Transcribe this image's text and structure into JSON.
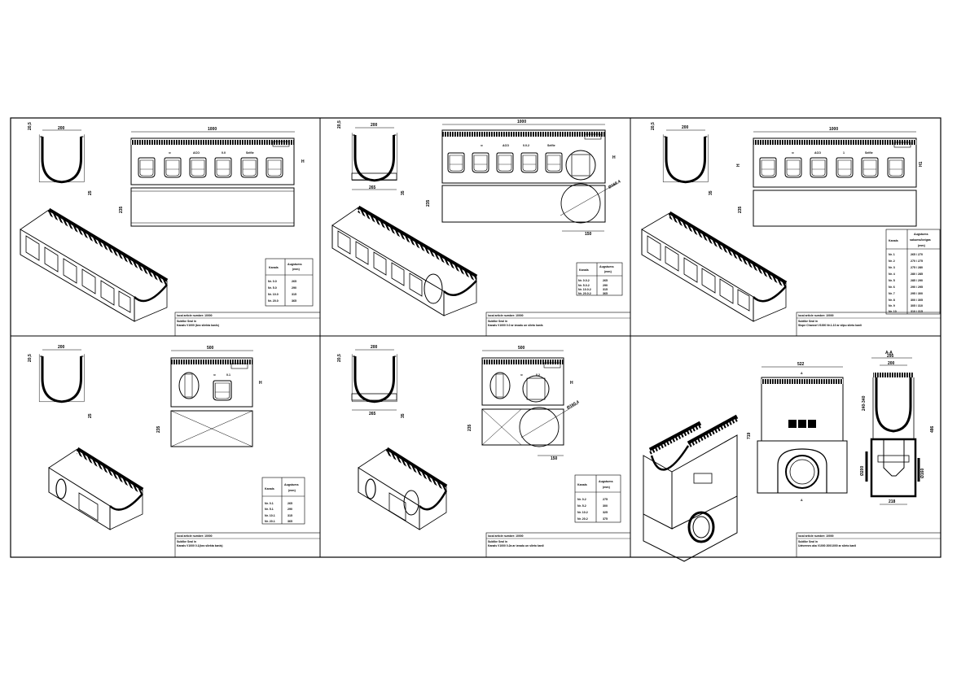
{
  "panels": [
    {
      "id": "p1",
      "dims": {
        "width": "200",
        "height_top": "20,5",
        "height_side": "25",
        "length": "1000",
        "height_front": "H",
        "depth_label": "235"
      },
      "logo": {
        "mark": "ACO",
        "size": "0.0",
        "brand": "Selfie"
      },
      "table": {
        "h1": "Kanals",
        "h2a": "Augstums",
        "h2b": "(mm)",
        "rows": [
          [
            "Nr. 0.0",
            "265"
          ],
          [
            "Nr. 5.0",
            "290"
          ],
          [
            "Nr. 10.0",
            "315"
          ],
          [
            "Nr. 20.0",
            "365"
          ]
        ]
      },
      "title": {
        "l1": "local article number: 10000",
        "l2": "Sublike Seal in",
        "l3": "Kanals V1000 (bez sliekta kanls)"
      }
    },
    {
      "id": "p2",
      "dims": {
        "width": "200",
        "height_top": "20,5",
        "height_side": "35",
        "base": "265",
        "length": "1000",
        "height_front": "H",
        "depth_label": "235",
        "pipe": "Ø160.4",
        "offset": "150"
      },
      "logo": {
        "mark": "ACO",
        "size": "0.0.2",
        "brand": "Selfie"
      },
      "table": {
        "h1": "Kanals",
        "h2a": "Augstums",
        "h2b": "(mm)",
        "rows": [
          [
            "Nr. 0.0.2",
            "265"
          ],
          [
            "Nr. 5.0.2",
            "290"
          ],
          [
            "Nr. 10.0.2",
            "315"
          ],
          [
            "Nr. 20.0.2",
            "365"
          ]
        ]
      },
      "title": {
        "l1": "local article number: 10000",
        "l2": "Sublike Seal in",
        "l3": "Kanals V1000 0.0 ar izvadu un slieto kanls"
      }
    },
    {
      "id": "p3",
      "dims": {
        "width": "200",
        "height_top": "20,5",
        "height_side": "35",
        "length": "1000",
        "height_front": "H",
        "height_right": "H1",
        "depth_label": "235"
      },
      "logo": {
        "mark": "ACO",
        "size": "1",
        "brand": "Selfie"
      },
      "table": {
        "h1": "Kanals",
        "h2a": "Augstums",
        "h2b": "sakums/beigas",
        "h2c": "(mm)",
        "rows": [
          [
            "Nr. 1",
            "265 / 270"
          ],
          [
            "Nr. 2",
            "270 / 275"
          ],
          [
            "Nr. 3",
            "275 / 280"
          ],
          [
            "Nr. 4",
            "280 / 285"
          ],
          [
            "Nr. 5",
            "285 / 290"
          ],
          [
            "Nr. 6",
            "290 / 295"
          ],
          [
            "Nr. 7",
            "295 / 300"
          ],
          [
            "Nr. 8",
            "300 / 305"
          ],
          [
            "Nr. 9",
            "305 / 310"
          ],
          [
            "Nr. 10",
            "310 / 315"
          ]
        ]
      },
      "title": {
        "l1": "local article number: 10000",
        "l2": "Sublike Seal in",
        "l3": "Slope Channel V1000 Nr.1-10 ar slipu slieto kanli"
      }
    },
    {
      "id": "p4",
      "dims": {
        "width": "200",
        "height_top": "20,5",
        "height_side": "25",
        "length": "500",
        "height_front": "H",
        "depth_label": "235"
      },
      "logo": {
        "mark": "",
        "size": "0.1",
        "brand": ""
      },
      "table": {
        "h1": "Kanals",
        "h2a": "Augstums",
        "h2b": "(mm)",
        "rows": [
          [
            "Nr. 0.1",
            "265"
          ],
          [
            "Nr. 5.1",
            "290"
          ],
          [
            "Nr. 10.1",
            "315"
          ],
          [
            "Nr. 20.1",
            "365"
          ]
        ]
      },
      "title": {
        "l1": "local article number: 10000",
        "l2": "Sublike Seal in",
        "l3": "Kanals V1000 0.1(bez sliekta kanls)"
      }
    },
    {
      "id": "p5",
      "dims": {
        "width": "200",
        "height_top": "20,5",
        "height_side": "35",
        "base": "265",
        "length": "500",
        "height_front": "H",
        "depth_label": "235",
        "pipe": "Ø160.4",
        "offset": "150"
      },
      "logo": {
        "mark": "",
        "size": "0.2",
        "brand": ""
      },
      "table": {
        "h1": "Kanals",
        "h2a": "Augstums",
        "h2b": "(mm)",
        "rows": [
          [
            "Nr. 0.2",
            "275"
          ],
          [
            "Nr. 5.2",
            "300"
          ],
          [
            "Nr. 10.2",
            "325"
          ],
          [
            "Nr. 20.2",
            "375"
          ]
        ]
      },
      "title": {
        "l1": "local article number: 10000",
        "l2": "Sublike Seal in",
        "l3": "Kanals V1000 0.2a ar izvadu un slieto kanli"
      }
    },
    {
      "id": "p6",
      "dims": {
        "section": "A-A",
        "w_top": "295",
        "w_inner": "200",
        "length": "522",
        "height": "719",
        "h_right": "486",
        "range": "240-340",
        "pipe1": "Ø200",
        "pipe2": "Ø160",
        "base": "218",
        "sec_left": "A",
        "sec_right": "A"
      },
      "title": {
        "l1": "local article number: 10000",
        "l2": "Sublike Seal in",
        "l3": "Uztvernes aka V1000 200/1000 ar slieto kanli"
      }
    }
  ]
}
